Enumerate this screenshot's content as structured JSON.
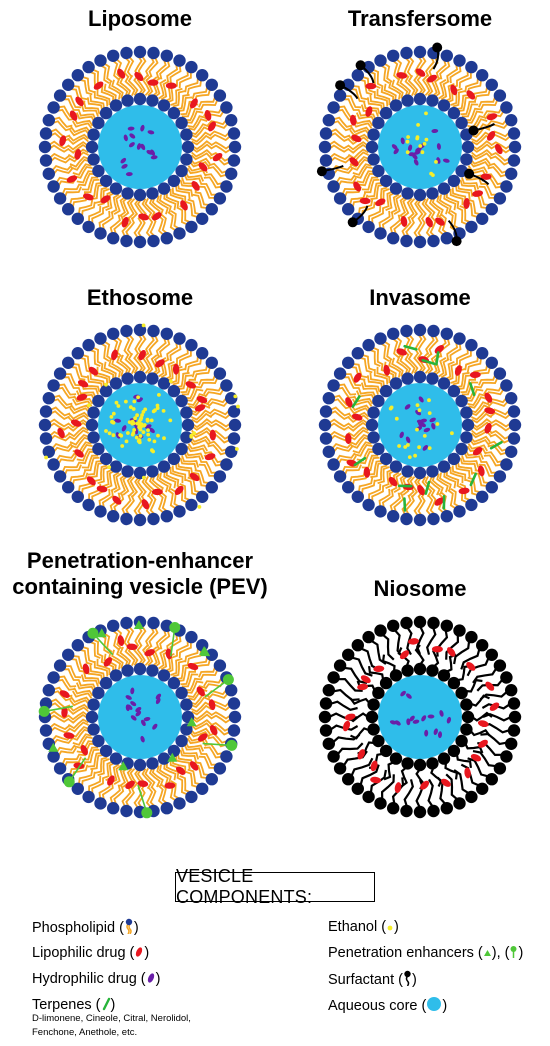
{
  "titles": {
    "liposome": "Liposome",
    "transfersome": "Transfersome",
    "ethosome": "Ethosome",
    "invasome": "Invasome",
    "pev_line1": "Penetration-enhancer",
    "pev_line2": "containing vesicle (PEV)",
    "niosome": "Niosome"
  },
  "legend": {
    "heading": "VESICLE COMPONENTS:",
    "phospholipid": "Phospholipid (",
    "lipophilic": "Lipophilic drug (",
    "hydrophilic": "Hydrophilic drug (",
    "terpenes": "Terpenes (",
    "terpenes_examples_1": "D-limonene, Cineole, Citral, Nerolidol,",
    "terpenes_examples_2": "Fenchone, Anethole, etc.",
    "ethanol": "Ethanol (",
    "penetration": "Penetration enhancers (",
    "penetration_sep": "), (",
    "surfactant": "Surfactant (",
    "aqueous": "Aqueous core (",
    "close": ")"
  },
  "colors": {
    "head": "#1f3a93",
    "tail": "#f5a623",
    "lipophilic": "#e8171f",
    "hydrophilic": "#6a1fa8",
    "core": "#2fbdea",
    "ethanol": "#f6ee2a",
    "terpene": "#27b43a",
    "enhancer": "#4fc738",
    "surfactant": "#000000"
  }
}
